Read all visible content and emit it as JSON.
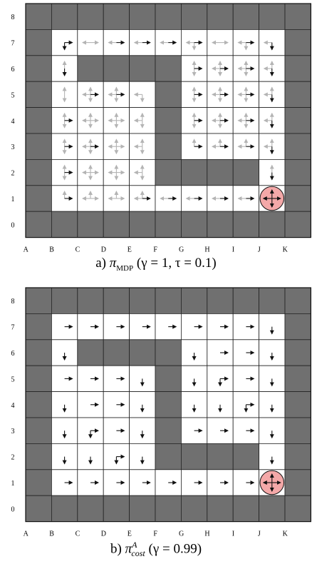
{
  "grid": {
    "columns": [
      "A",
      "B",
      "C",
      "D",
      "E",
      "F",
      "G",
      "H",
      "I",
      "J",
      "K"
    ],
    "rows": [
      "8",
      "7",
      "6",
      "5",
      "4",
      "3",
      "2",
      "1",
      "0"
    ],
    "wall_color": "#707070",
    "goal_color": "#f4a8a8",
    "goal_cell": "J1",
    "walls": [
      "A8",
      "B8",
      "C8",
      "D8",
      "E8",
      "F8",
      "G8",
      "H8",
      "I8",
      "J8",
      "K8",
      "A7",
      "K7",
      "A6",
      "C6",
      "D6",
      "E6",
      "F6",
      "K6",
      "A5",
      "F5",
      "K5",
      "A4",
      "F4",
      "K4",
      "A3",
      "F3",
      "K3",
      "A2",
      "F2",
      "G2",
      "H2",
      "I2",
      "K2",
      "A1",
      "K1",
      "A0",
      "B0",
      "C0",
      "D0",
      "E0",
      "F0",
      "G0",
      "H0",
      "I0",
      "J0",
      "K0"
    ]
  },
  "panels": [
    {
      "id": "a",
      "caption": {
        "label": "a)",
        "symbol": "π",
        "subscript": "MDP",
        "superscript": "",
        "params": "(γ = 1, τ = 0.1)"
      },
      "policy": {
        "B7": {
          "dark": [
            "R",
            "D"
          ],
          "light": []
        },
        "C7": {
          "dark": [],
          "light": [
            "L",
            "R"
          ]
        },
        "D7": {
          "dark": [
            "R"
          ],
          "light": [
            "L"
          ]
        },
        "E7": {
          "dark": [
            "R"
          ],
          "light": [
            "L"
          ]
        },
        "F7": {
          "dark": [
            "R"
          ],
          "light": [
            "L"
          ]
        },
        "G7": {
          "dark": [
            "R"
          ],
          "light": [
            "L",
            "D"
          ]
        },
        "H7": {
          "dark": [],
          "light": [
            "L",
            "R"
          ]
        },
        "I7": {
          "dark": [
            "R"
          ],
          "light": [
            "L",
            "D"
          ]
        },
        "J7": {
          "dark": [
            "D"
          ],
          "light": [
            "L"
          ]
        },
        "B6": {
          "dark": [
            "D"
          ],
          "light": [
            "U"
          ]
        },
        "G6": {
          "dark": [
            "R"
          ],
          "light": [
            "U",
            "D"
          ]
        },
        "H6": {
          "dark": [
            "R"
          ],
          "light": [
            "L",
            "U",
            "D"
          ]
        },
        "I6": {
          "dark": [
            "R"
          ],
          "light": [
            "L",
            "U",
            "D"
          ]
        },
        "J6": {
          "dark": [
            "D"
          ],
          "light": [
            "L",
            "U"
          ]
        },
        "B5": {
          "dark": [],
          "light": [
            "U",
            "D"
          ]
        },
        "C5": {
          "dark": [
            "R"
          ],
          "light": [
            "L",
            "U",
            "D"
          ]
        },
        "D5": {
          "dark": [
            "R"
          ],
          "light": [
            "L",
            "U",
            "D"
          ]
        },
        "E5": {
          "dark": [],
          "light": [
            "L",
            "D"
          ]
        },
        "G5": {
          "dark": [
            "R"
          ],
          "light": [
            "U",
            "D"
          ]
        },
        "H5": {
          "dark": [
            "R"
          ],
          "light": [
            "L",
            "U",
            "D"
          ]
        },
        "I5": {
          "dark": [
            "R"
          ],
          "light": [
            "L",
            "U",
            "D"
          ]
        },
        "J5": {
          "dark": [
            "D"
          ],
          "light": [
            "L",
            "U"
          ]
        },
        "B4": {
          "dark": [
            "R"
          ],
          "light": [
            "U",
            "D"
          ]
        },
        "C4": {
          "dark": [],
          "light": [
            "L",
            "R",
            "U",
            "D"
          ]
        },
        "D4": {
          "dark": [],
          "light": [
            "L",
            "R",
            "U",
            "D"
          ]
        },
        "E4": {
          "dark": [],
          "light": [
            "L",
            "U",
            "D"
          ]
        },
        "G4": {
          "dark": [
            "R"
          ],
          "light": [
            "U",
            "D"
          ]
        },
        "H4": {
          "dark": [
            "R"
          ],
          "light": [
            "L",
            "U",
            "D"
          ]
        },
        "I4": {
          "dark": [
            "R"
          ],
          "light": [
            "L",
            "U",
            "D"
          ]
        },
        "J4": {
          "dark": [
            "D"
          ],
          "light": [
            "L",
            "U"
          ]
        },
        "B3": {
          "dark": [
            "R"
          ],
          "light": [
            "U",
            "D"
          ]
        },
        "C3": {
          "dark": [
            "R"
          ],
          "light": [
            "L",
            "U",
            "D"
          ]
        },
        "D3": {
          "dark": [],
          "light": [
            "L",
            "R",
            "U",
            "D"
          ]
        },
        "E3": {
          "dark": [],
          "light": [
            "L",
            "U",
            "D"
          ]
        },
        "G3": {
          "dark": [
            "R"
          ],
          "light": [
            "U"
          ]
        },
        "H3": {
          "dark": [
            "R"
          ],
          "light": [
            "L",
            "U"
          ]
        },
        "I3": {
          "dark": [
            "R"
          ],
          "light": [
            "L",
            "U"
          ]
        },
        "J3": {
          "dark": [
            "D"
          ],
          "light": [
            "L",
            "U"
          ]
        },
        "B2": {
          "dark": [
            "R"
          ],
          "light": [
            "U",
            "D"
          ]
        },
        "C2": {
          "dark": [],
          "light": [
            "L",
            "R",
            "U",
            "D"
          ]
        },
        "D2": {
          "dark": [],
          "light": [
            "L",
            "R",
            "U",
            "D"
          ]
        },
        "E2": {
          "dark": [],
          "light": [
            "L",
            "U",
            "D"
          ]
        },
        "J2": {
          "dark": [
            "D"
          ],
          "light": [
            "U"
          ]
        },
        "B1": {
          "dark": [
            "R"
          ],
          "light": [
            "U"
          ]
        },
        "C1": {
          "dark": [],
          "light": [
            "L",
            "R",
            "U"
          ]
        },
        "D1": {
          "dark": [],
          "light": [
            "L",
            "R",
            "U"
          ]
        },
        "E1": {
          "dark": [
            "R"
          ],
          "light": [
            "L",
            "U"
          ]
        },
        "F1": {
          "dark": [
            "R"
          ],
          "light": [
            "L"
          ]
        },
        "G1": {
          "dark": [
            "R"
          ],
          "light": [
            "L"
          ]
        },
        "H1": {
          "dark": [
            "R"
          ],
          "light": [
            "L"
          ]
        },
        "I1": {
          "dark": [
            "R"
          ],
          "light": [
            "L"
          ]
        }
      }
    },
    {
      "id": "b",
      "caption": {
        "label": "b)",
        "symbol": "π",
        "subscript": "cost",
        "superscript": "A",
        "params": "(γ = 0.99)"
      },
      "policy": {
        "B7": {
          "dark": [
            "R"
          ],
          "light": []
        },
        "C7": {
          "dark": [
            "R"
          ],
          "light": []
        },
        "D7": {
          "dark": [
            "R"
          ],
          "light": []
        },
        "E7": {
          "dark": [
            "R"
          ],
          "light": []
        },
        "F7": {
          "dark": [
            "R"
          ],
          "light": []
        },
        "G7": {
          "dark": [
            "R"
          ],
          "light": []
        },
        "H7": {
          "dark": [
            "R"
          ],
          "light": []
        },
        "I7": {
          "dark": [
            "R"
          ],
          "light": []
        },
        "J7": {
          "dark": [
            "D"
          ],
          "light": []
        },
        "B6": {
          "dark": [
            "D"
          ],
          "light": []
        },
        "G6": {
          "dark": [
            "D"
          ],
          "light": []
        },
        "H6": {
          "dark": [
            "R"
          ],
          "light": []
        },
        "I6": {
          "dark": [
            "R"
          ],
          "light": []
        },
        "J6": {
          "dark": [
            "D"
          ],
          "light": []
        },
        "B5": {
          "dark": [
            "R"
          ],
          "light": []
        },
        "C5": {
          "dark": [
            "R"
          ],
          "light": []
        },
        "D5": {
          "dark": [
            "R"
          ],
          "light": []
        },
        "E5": {
          "dark": [
            "D"
          ],
          "light": []
        },
        "G5": {
          "dark": [
            "D"
          ],
          "light": []
        },
        "H5": {
          "dark": [
            "R",
            "D"
          ],
          "light": []
        },
        "I5": {
          "dark": [
            "R"
          ],
          "light": []
        },
        "J5": {
          "dark": [
            "D"
          ],
          "light": []
        },
        "B4": {
          "dark": [
            "D"
          ],
          "light": []
        },
        "C4": {
          "dark": [
            "R"
          ],
          "light": []
        },
        "D4": {
          "dark": [
            "R"
          ],
          "light": []
        },
        "E4": {
          "dark": [
            "D"
          ],
          "light": []
        },
        "G4": {
          "dark": [
            "D"
          ],
          "light": []
        },
        "H4": {
          "dark": [
            "D"
          ],
          "light": []
        },
        "I4": {
          "dark": [
            "R",
            "D"
          ],
          "light": []
        },
        "J4": {
          "dark": [
            "D"
          ],
          "light": []
        },
        "B3": {
          "dark": [
            "D"
          ],
          "light": []
        },
        "C3": {
          "dark": [
            "R",
            "D"
          ],
          "light": []
        },
        "D3": {
          "dark": [
            "R"
          ],
          "light": []
        },
        "E3": {
          "dark": [
            "D"
          ],
          "light": []
        },
        "G3": {
          "dark": [
            "R"
          ],
          "light": []
        },
        "H3": {
          "dark": [
            "R"
          ],
          "light": []
        },
        "I3": {
          "dark": [
            "R"
          ],
          "light": []
        },
        "J3": {
          "dark": [
            "D"
          ],
          "light": []
        },
        "B2": {
          "dark": [
            "D"
          ],
          "light": []
        },
        "C2": {
          "dark": [
            "D"
          ],
          "light": []
        },
        "D2": {
          "dark": [
            "R",
            "D"
          ],
          "light": []
        },
        "E2": {
          "dark": [
            "D"
          ],
          "light": []
        },
        "J2": {
          "dark": [
            "D"
          ],
          "light": []
        },
        "B1": {
          "dark": [
            "R"
          ],
          "light": []
        },
        "C1": {
          "dark": [
            "R"
          ],
          "light": []
        },
        "D1": {
          "dark": [
            "R"
          ],
          "light": []
        },
        "E1": {
          "dark": [
            "R"
          ],
          "light": []
        },
        "F1": {
          "dark": [
            "R"
          ],
          "light": []
        },
        "G1": {
          "dark": [
            "R"
          ],
          "light": []
        },
        "H1": {
          "dark": [
            "R"
          ],
          "light": []
        },
        "I1": {
          "dark": [
            "R"
          ],
          "light": []
        }
      }
    }
  ]
}
